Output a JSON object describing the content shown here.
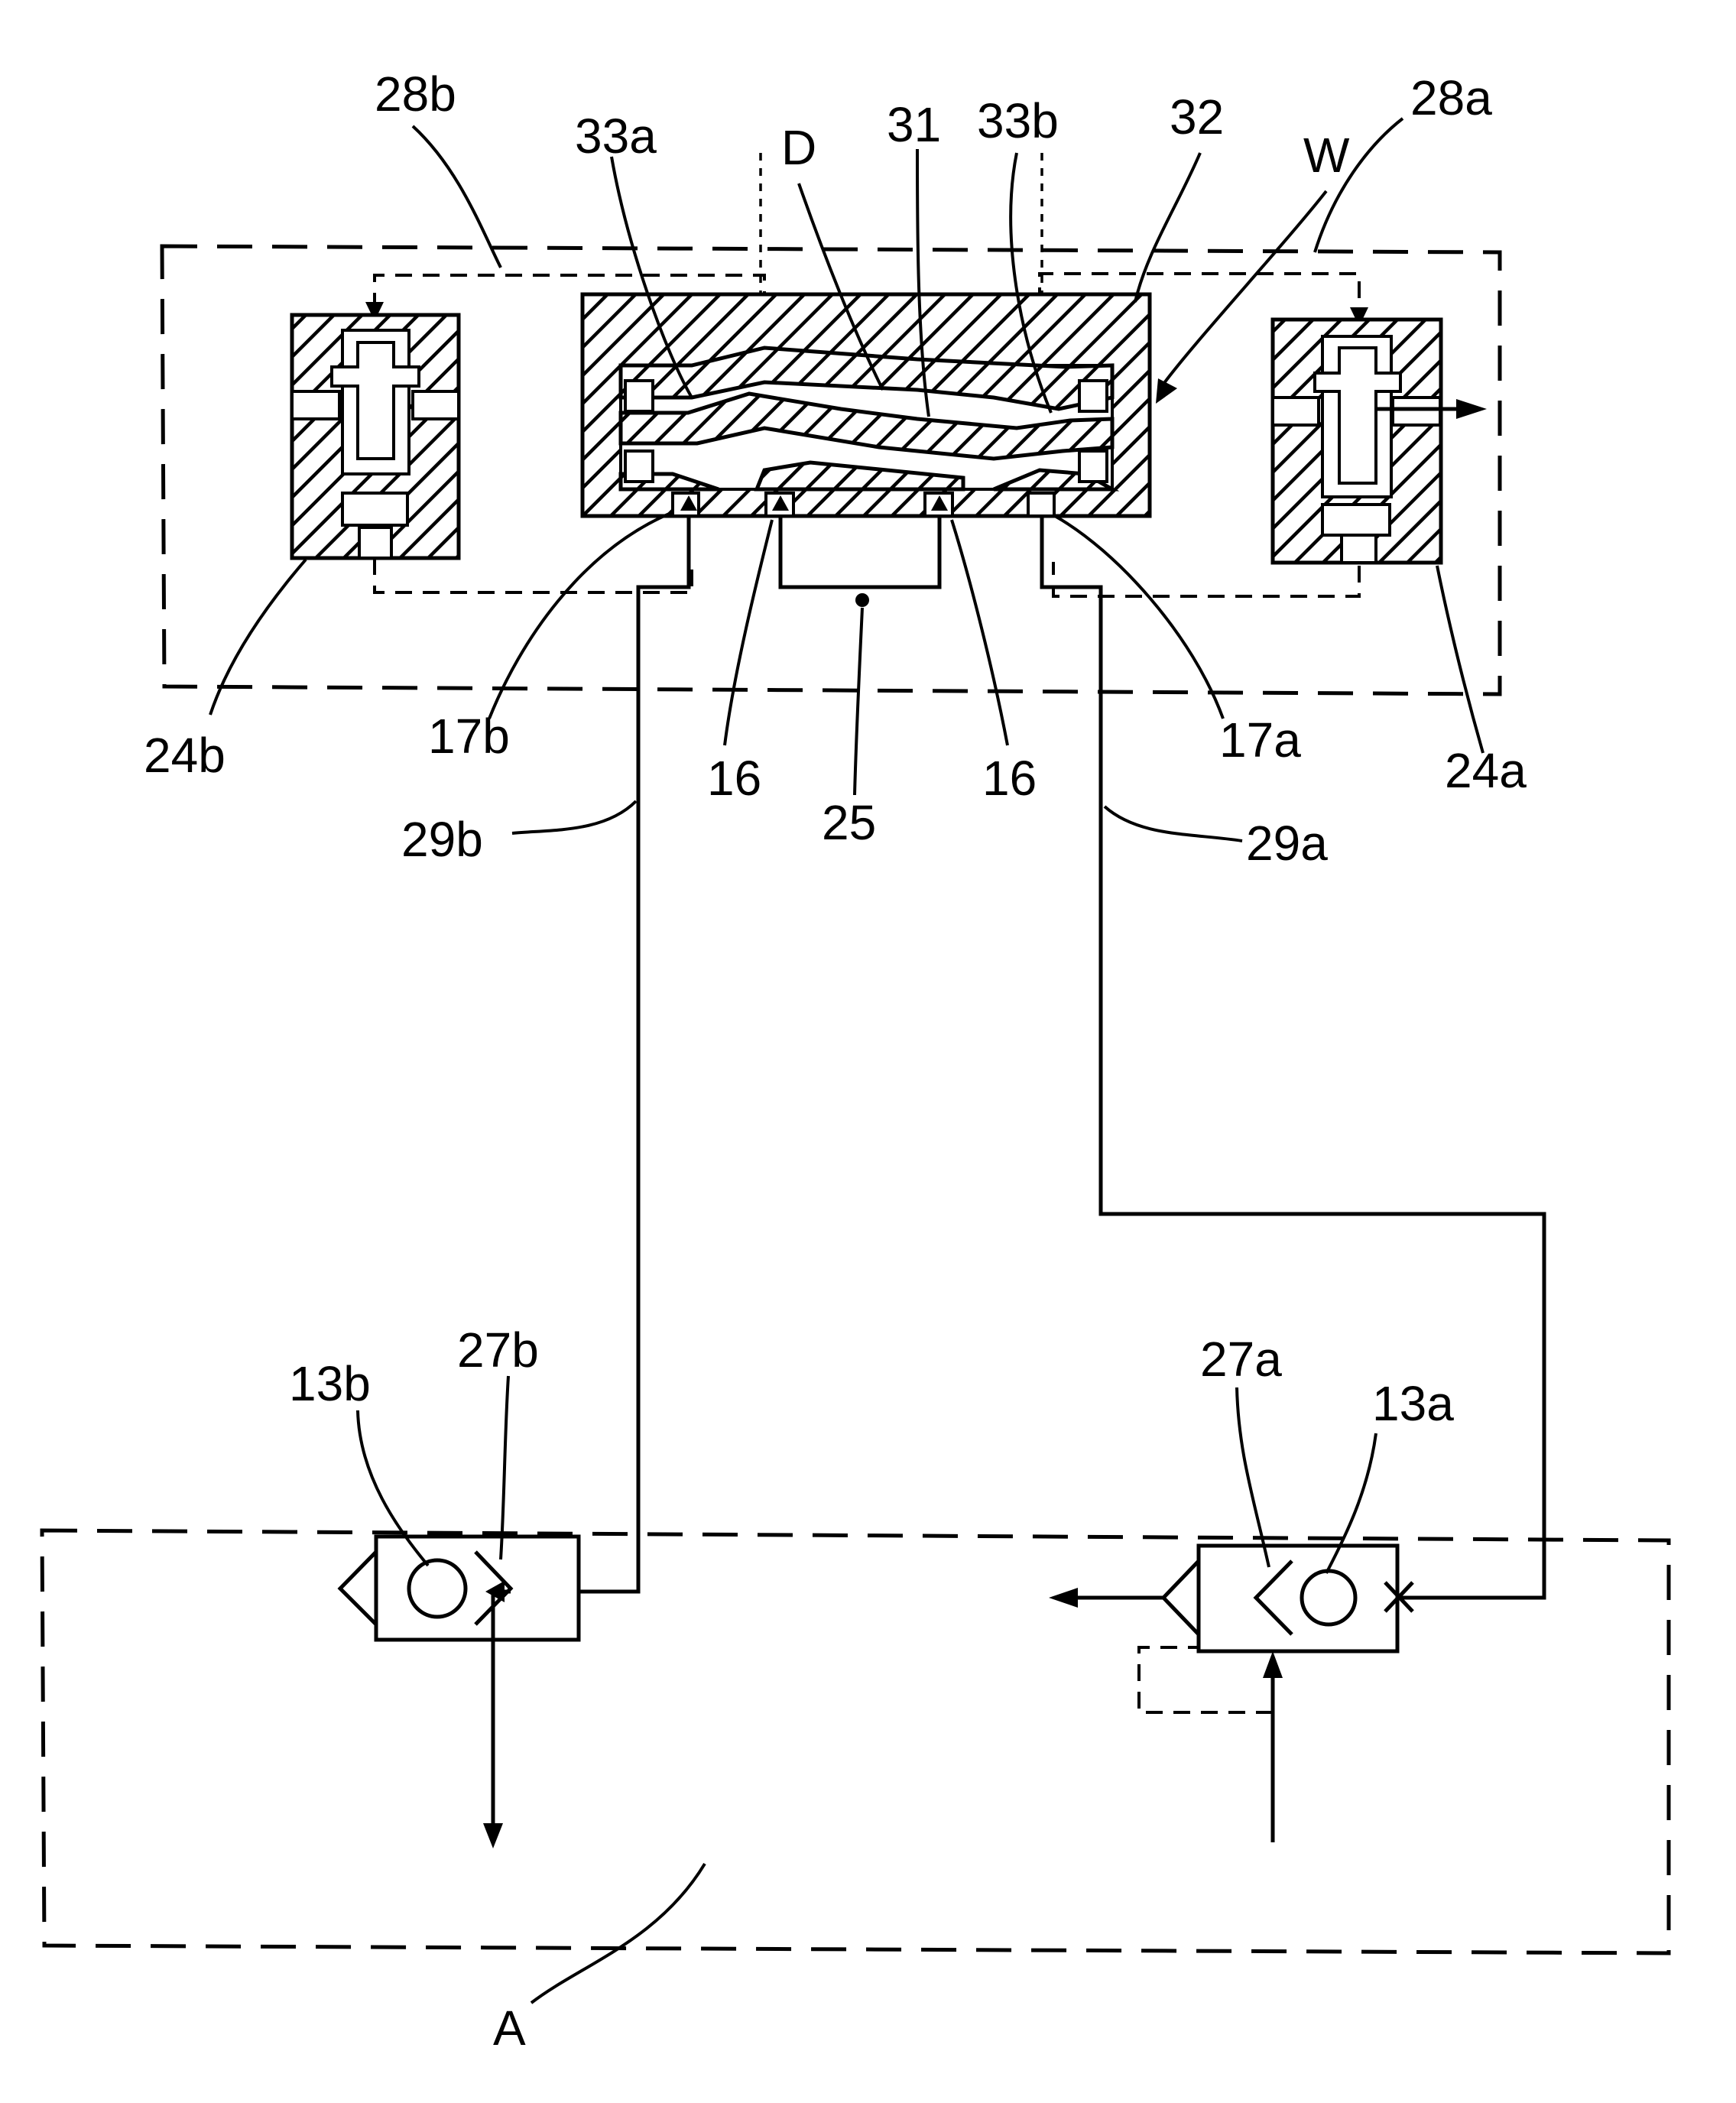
{
  "labels": {
    "l28b": "28b",
    "l33a": "33a",
    "lD": "D",
    "l31": "31",
    "l33b": "33b",
    "l32": "32",
    "lW": "W",
    "l28a": "28a",
    "l24b": "24b",
    "l17b": "17b",
    "l16left": "16",
    "l25": "25",
    "l16right": "16",
    "l17a": "17a",
    "l24a": "24a",
    "l29b": "29b",
    "l29a": "29a",
    "l13b": "13b",
    "l27b": "27b",
    "l27a": "27a",
    "l13a": "13a",
    "lA": "A"
  }
}
